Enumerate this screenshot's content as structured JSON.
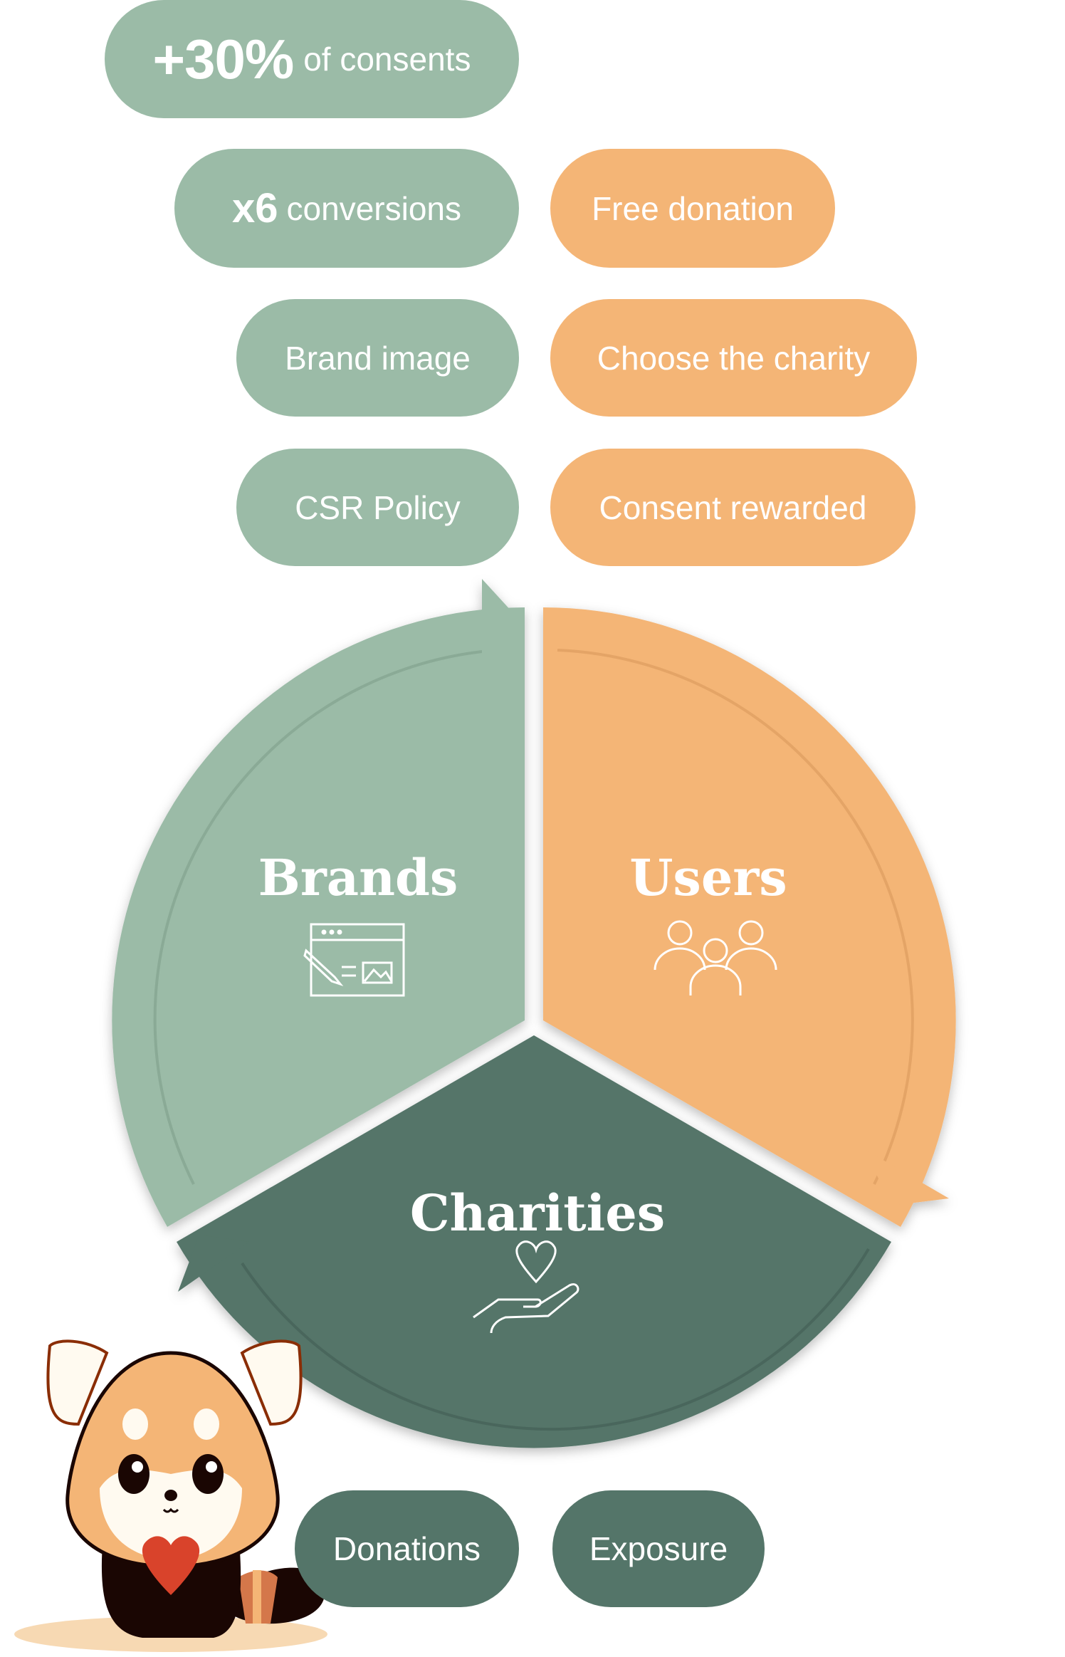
{
  "brand_benefits": [
    {
      "highlight": "+30%",
      "text": "of consents"
    },
    {
      "highlight": "x6",
      "text": "conversions"
    },
    {
      "text": "Brand image"
    },
    {
      "text": "CSR Policy"
    }
  ],
  "user_benefits": [
    "Free donation",
    "Choose the charity",
    "Consent rewarded"
  ],
  "charity_benefits": [
    "Donations",
    "Exposure"
  ],
  "cycle": {
    "brands": {
      "label": "Brands",
      "icon": "browser-window-icon"
    },
    "users": {
      "label": "Users",
      "icon": "users-group-icon"
    },
    "charities": {
      "label": "Charities",
      "icon": "heart-hand-icon"
    }
  },
  "colors": {
    "brands": "#9BBBA7",
    "users": "#F4B576",
    "charities": "#547569"
  }
}
